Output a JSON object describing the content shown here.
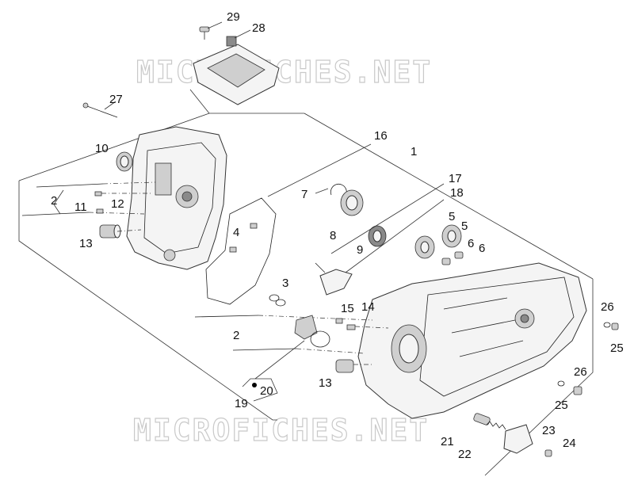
{
  "watermark": {
    "top_text": "MICROFICHES.NET",
    "bottom_text": "MICROFICHES.NET"
  },
  "callouts": {
    "n29": "29",
    "n28": "28",
    "n27": "27",
    "n10": "10",
    "n16": "16",
    "n1": "1",
    "n2a": "2",
    "n11": "11",
    "n12": "12",
    "n13a": "13",
    "n4": "4",
    "n17": "17",
    "n18": "18",
    "n7": "7",
    "n8": "8",
    "n9": "9",
    "n5a": "5",
    "n5b": "5",
    "n6a": "6",
    "n6b": "6",
    "n3": "3",
    "n15": "15",
    "n14": "14",
    "n2b": "2",
    "n13b": "13",
    "n20": "20",
    "n19": "19",
    "n26a": "26",
    "n25a": "25",
    "n26b": "26",
    "n25b": "25",
    "n21": "21",
    "n22": "22",
    "n23": "23",
    "n24": "24"
  }
}
